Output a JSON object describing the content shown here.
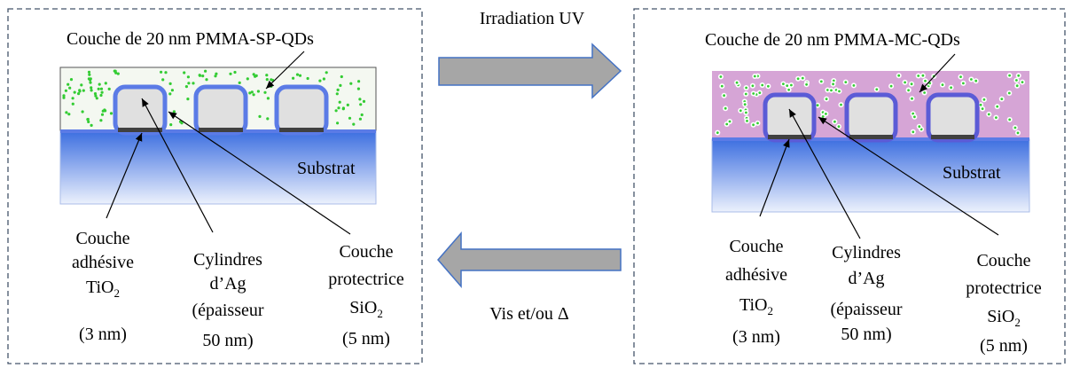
{
  "arrow_top_label": "Irradiation UV",
  "arrow_bottom_label": "Vis et/ou Δ",
  "left_panel": {
    "layer_title": "Couche de 20 nm PMMA-SP-QDs",
    "substrate": "Substrat",
    "adhesive": {
      "line1": "Couche",
      "line2": "adhésive",
      "formula_base": "TiO",
      "formula_sub": "2",
      "line4": "(3 nm)"
    },
    "cylinders": {
      "line1": "Cylindres",
      "line2": "d’Ag",
      "line3": "(épaisseur",
      "line4": "50 nm)"
    },
    "protective": {
      "line1": "Couche",
      "line2": "protectrice",
      "formula_base": "SiO",
      "formula_sub": "2",
      "line4": "(5 nm)"
    }
  },
  "right_panel": {
    "layer_title": "Couche de 20 nm PMMA-MC-QDs",
    "substrate": "Substrat",
    "adhesive": {
      "line1": "Couche",
      "line2": "adhésive",
      "formula_base": "TiO",
      "formula_sub": "2",
      "line4": "(3 nm)"
    },
    "cylinders": {
      "line1": "Cylindres",
      "line2": "d’Ag",
      "line3": "(épaisseur",
      "line4": "50 nm)"
    },
    "protective": {
      "line1": "Couche",
      "line2": "protectrice",
      "formula_base": "SiO",
      "formula_sub": "2",
      "line4": "(5 nm)"
    }
  },
  "colors": {
    "panel_border": "#44546A",
    "arrow_fill": "#A6A6A6",
    "arrow_stroke": "#4472C4",
    "substrate_top": "#3D6FE0",
    "substrate_bottom": "#E8EEFB",
    "pillar_fill": "#E0E0E0",
    "pillar_border": "#5B7BE6",
    "adhesive": "#404040",
    "dot_green": "#33CC33",
    "sp_layer": "#F4F8F1",
    "mc_layer": "#D6A5D6"
  }
}
